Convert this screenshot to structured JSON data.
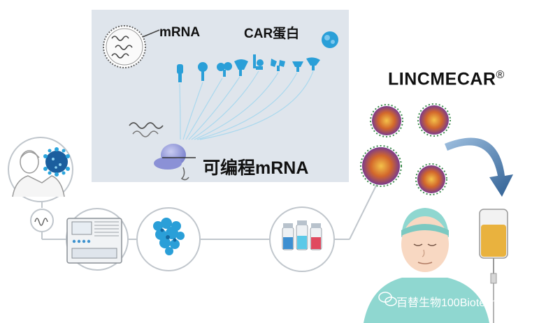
{
  "labels": {
    "mrna": "mRNA",
    "car_protein": "CAR蛋白",
    "programmable_mrna": "可编程mRNA",
    "brand": "LINCMECAR",
    "brand_mark": "®"
  },
  "watermark": "百替生物100Biotech",
  "colors": {
    "panel_bg": "#dfe5ec",
    "protein_blue": "#2a9fd8",
    "connector_gray": "#c0c6cc",
    "bag_fluid": "#e9b23e",
    "arrow_blue": "#3f6e9e",
    "vial_blue": "#3d8fd1",
    "vial_cyan": "#5bc9e8",
    "vial_red": "#e04a5f"
  }
}
